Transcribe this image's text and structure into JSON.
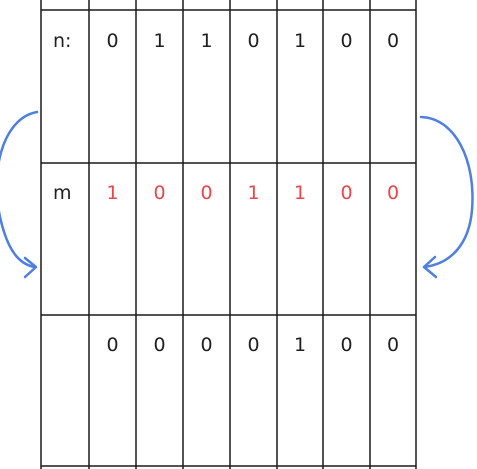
{
  "colors": {
    "grid": "#1a1a1a",
    "text": "#1f1f1f",
    "highlight": "#e8474b",
    "arrow": "#4f7fe0"
  },
  "rows": [
    {
      "label": "n:",
      "values": [
        "0",
        "1",
        "1",
        "0",
        "1",
        "0",
        "0"
      ],
      "highlight": false
    },
    {
      "label": "m",
      "values": [
        "1",
        "0",
        "0",
        "1",
        "1",
        "0",
        "0"
      ],
      "highlight": true
    },
    {
      "label": "",
      "values": [
        "0",
        "0",
        "0",
        "0",
        "1",
        "0",
        "0"
      ],
      "highlight": false
    }
  ],
  "arrows": [
    {
      "name": "left-curved-arrow",
      "direction": "down-right"
    },
    {
      "name": "right-curved-arrow",
      "direction": "down-left"
    }
  ]
}
